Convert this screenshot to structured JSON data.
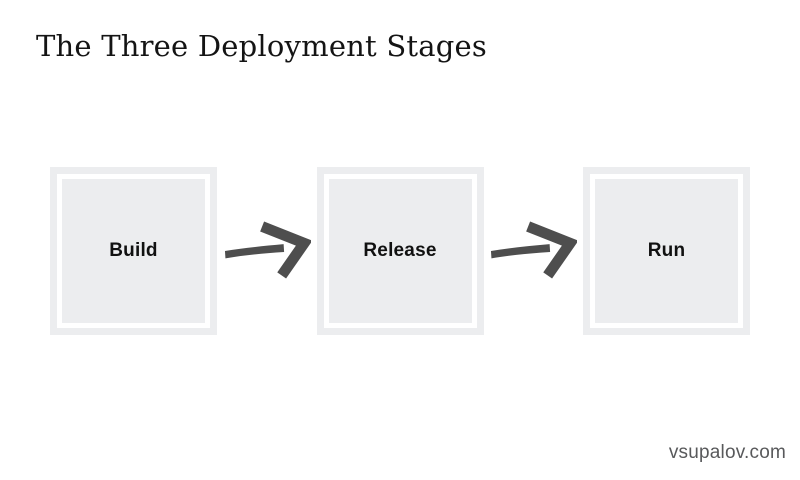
{
  "title": "The Three Deployment Stages",
  "watermark": "vsupalov.com",
  "stages": [
    {
      "label": "Build"
    },
    {
      "label": "Release"
    },
    {
      "label": "Run"
    }
  ],
  "arrows": [
    {
      "name": "arrow-build-to-release",
      "direction": "right"
    },
    {
      "name": "arrow-release-to-run",
      "direction": "right"
    }
  ],
  "colors": {
    "box-fill": "#ecedef",
    "box-ring": "#ffffff",
    "arrow": "#4e4e4e",
    "title-text": "#141414",
    "label-text": "#111111",
    "watermark-text": "#58595b"
  }
}
